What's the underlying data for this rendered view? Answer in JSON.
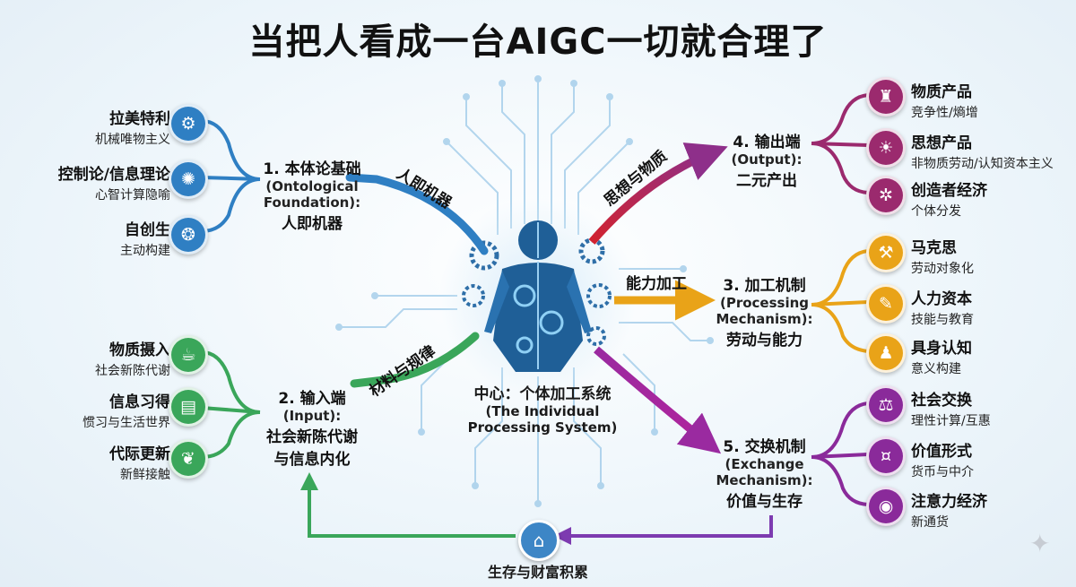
{
  "title": "当把人看成一台AIGC一切就合理了",
  "center": {
    "title": "中心：个体加工系统",
    "subtitle_line1": "(The Individual",
    "subtitle_line2": "Processing System)"
  },
  "nodes": {
    "ontology": {
      "l1": "1. 本体论基础",
      "l2a": "(Ontological",
      "l2b": "Foundation):",
      "l3": "人即机器"
    },
    "input": {
      "l1": "2. 输入端",
      "l2a": "(Input):",
      "l3a": "社会新陈代谢",
      "l3b": "与信息内化"
    },
    "processing": {
      "l1": "3. 加工机制",
      "l2a": "(Processing",
      "l2b": "Mechanism):",
      "l3": "劳动与能力"
    },
    "output": {
      "l1": "4. 输出端",
      "l2a": "(Output):",
      "l3": "二元产出"
    },
    "exchange": {
      "l1": "5. 交换机制",
      "l2a": "(Exchange",
      "l2b": "Mechanism):",
      "l3": "价值与生存"
    }
  },
  "edge_labels": {
    "ontology": "人即机器",
    "input": "材料与规律",
    "processing": "能力加工",
    "output": "思想与物质"
  },
  "wealth": {
    "label": "生存与财富积累",
    "icon": "house-money-icon"
  },
  "leaves": {
    "ontology": [
      {
        "title": "拉美特利",
        "sub": "机械唯物主义",
        "icon": "gear-icon"
      },
      {
        "title": "控制论/信息理论",
        "sub": "心智计算隐喻",
        "icon": "circuit-brain-icon"
      },
      {
        "title": "自创生",
        "sub": "主动构建",
        "icon": "cell-icon"
      }
    ],
    "input": [
      {
        "title": "物质摄入",
        "sub": "社会新陈代谢",
        "icon": "food-icon"
      },
      {
        "title": "信息习得",
        "sub": "惯习与生活世界",
        "icon": "book-icon"
      },
      {
        "title": "代际更新",
        "sub": "新鲜接触",
        "icon": "seedling-icon"
      }
    ],
    "output": [
      {
        "title": "物质产品",
        "sub": "竞争性/熵增",
        "icon": "factory-icon"
      },
      {
        "title": "思想产品",
        "sub": "非物质劳动/认知资本主义",
        "icon": "lightbulb-icon"
      },
      {
        "title": "创造者经济",
        "sub": "个体分发",
        "icon": "network-icon"
      }
    ],
    "processing": [
      {
        "title": "马克思",
        "sub": "劳动对象化",
        "icon": "hammer-icon"
      },
      {
        "title": "人力资本",
        "sub": "技能与教育",
        "icon": "graduation-icon"
      },
      {
        "title": "具身认知",
        "sub": "意义构建",
        "icon": "body-icon"
      }
    ],
    "exchange": [
      {
        "title": "社会交换",
        "sub": "理性计算/互惠",
        "icon": "scale-icon"
      },
      {
        "title": "价值形式",
        "sub": "货币与中介",
        "icon": "money-icon"
      },
      {
        "title": "注意力经济",
        "sub": "新通货",
        "icon": "eye-icon"
      }
    ]
  },
  "colors": {
    "ontology": "#2f7fc3",
    "input": "#3aa65a",
    "processing": "#e9a318",
    "output": "#9b2a6e",
    "exchange": "#8a2a9a",
    "output_arrow": "#c0263a",
    "circuit": "#8fc3e6",
    "figure": "#1f5f97"
  }
}
